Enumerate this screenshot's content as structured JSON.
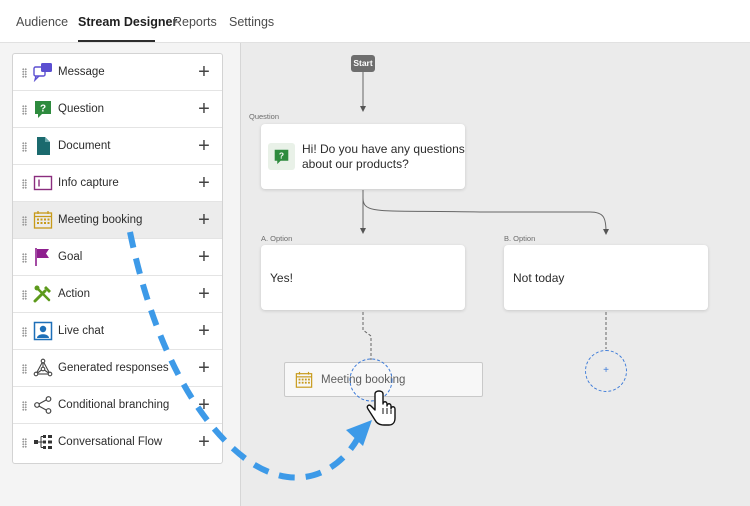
{
  "nav": {
    "tabs": [
      {
        "label": "Audience",
        "active": false
      },
      {
        "label": "Stream Designer",
        "active": true
      },
      {
        "label": "Reports",
        "active": false
      },
      {
        "label": "Settings",
        "active": false
      }
    ]
  },
  "palette": {
    "items": [
      {
        "label": "Message",
        "icon": "message-icon"
      },
      {
        "label": "Question",
        "icon": "question-icon"
      },
      {
        "label": "Document",
        "icon": "document-icon"
      },
      {
        "label": "Info capture",
        "icon": "info-capture-icon"
      },
      {
        "label": "Meeting booking",
        "icon": "calendar-icon"
      },
      {
        "label": "Goal",
        "icon": "flag-icon"
      },
      {
        "label": "Action",
        "icon": "tools-icon"
      },
      {
        "label": "Live chat",
        "icon": "live-chat-icon"
      },
      {
        "label": "Generated responses",
        "icon": "generated-responses-icon"
      },
      {
        "label": "Conditional branching",
        "icon": "branching-icon"
      },
      {
        "label": "Conversational Flow",
        "icon": "flow-icon"
      }
    ],
    "add_symbol": "+"
  },
  "canvas": {
    "start_label": "Start",
    "question_node": {
      "caption": "Question",
      "text_line1": "Hi! Do you have any questions",
      "text_line2": "about our products?"
    },
    "option_a": {
      "caption": "A. Option",
      "text": "Yes!"
    },
    "option_b": {
      "caption": "B. Option",
      "text": "Not today"
    },
    "dragged_item": {
      "label": "Meeting booking"
    },
    "add_node_symbol": "+"
  },
  "colors": {
    "message": "#5b4fd1",
    "question": "#2e8b3e",
    "document": "#1b6a6e",
    "info_capture": "#8a2d7e",
    "calendar": "#c79a1a",
    "goal": "#8e1f8e",
    "action": "#5d9a1c",
    "live_chat": "#1d6fb8",
    "drag_arrow": "#3d9ae8",
    "drop_target": "#3d7bd8"
  }
}
